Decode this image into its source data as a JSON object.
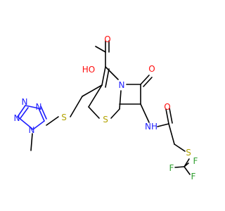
{
  "molecule": {
    "colors": {
      "bond": "#000000",
      "nitrogen": "#1f1fff",
      "oxygen": "#ff0d0d",
      "sulfur": "#b3a300",
      "fluorine": "#2f9f2f"
    },
    "atom_labels": {
      "n_tetrazole_1": "N",
      "n_tetrazole_2": "N",
      "n_tetrazole_3": "N",
      "n_tetrazole_4": "N",
      "s_thioether": "S",
      "oh_label": "HO",
      "o_carboxyl": "O",
      "n_ring": "N",
      "o_lactam": "O",
      "s_ring": "S",
      "nh_label": "NH",
      "o_amide": "O",
      "s_cf3": "S",
      "f_top": "F",
      "f_right": "F",
      "f_bottom": "F"
    }
  }
}
